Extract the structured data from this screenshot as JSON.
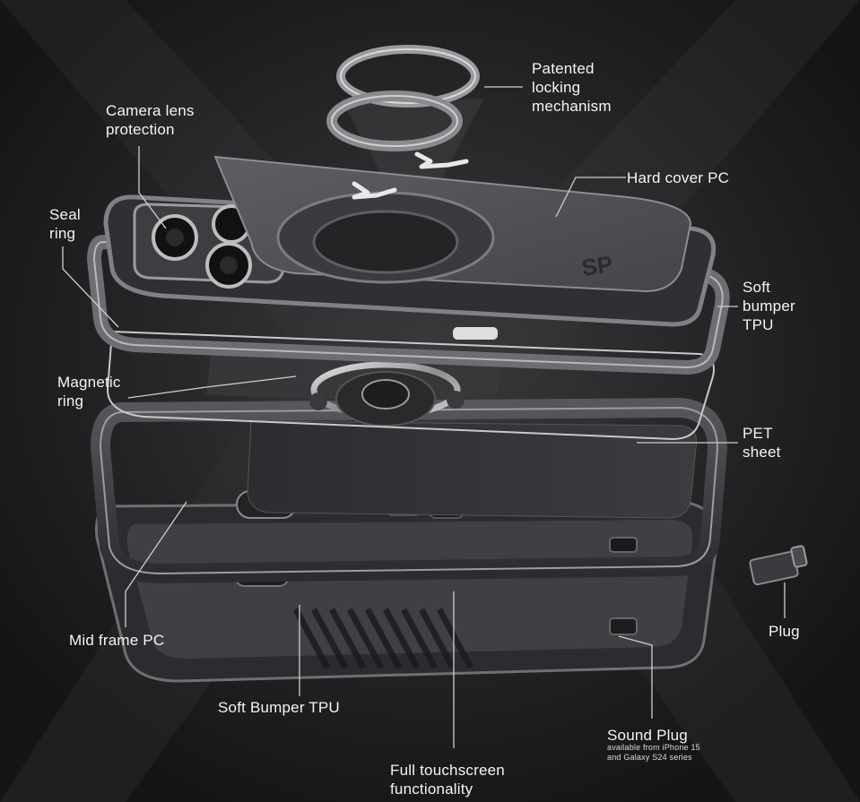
{
  "labels": {
    "locking": "Patented\nlocking\nmechanism",
    "camera": "Camera lens\nprotection",
    "hard_cover": "Hard cover PC",
    "seal_ring": "Seal\nring",
    "soft_bumper_top": "Soft\nbumper\nTPU",
    "magnetic_ring": "Magnetic\nring",
    "pet_sheet": "PET\nsheet",
    "mid_frame": "Mid frame PC",
    "plug": "Plug",
    "soft_bumper_bottom": "Soft Bumper TPU",
    "sound_plug": "Sound Plug",
    "sound_plug_note": "available from iPhone 15\nand Galaxy S24 series",
    "touchscreen": "Full touchscreen\nfunctionality"
  },
  "logo_text": "SP",
  "colors": {
    "background": "#1b1b1c",
    "label_text": "#f4f4f4",
    "leader_line": "#cfcfcf",
    "case_body": "#3a3b3e",
    "case_edge": "#8a8c90"
  }
}
